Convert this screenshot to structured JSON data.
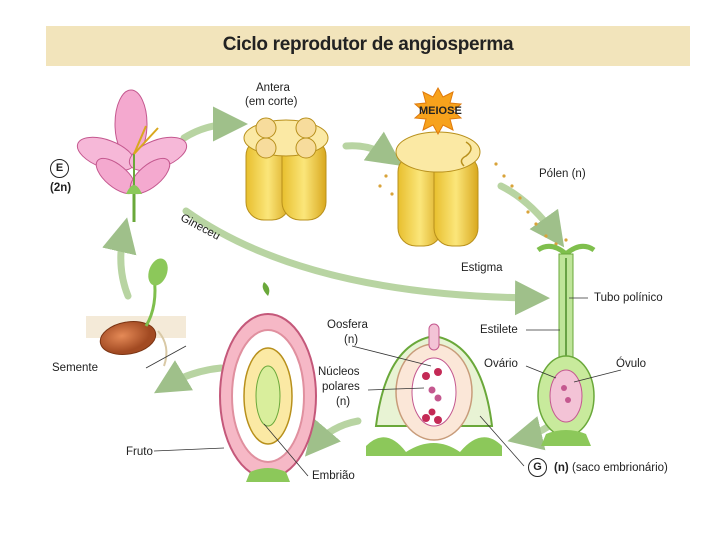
{
  "title": "Ciclo reprodutor de angiosperma",
  "labels": {
    "antera": "Antera",
    "antera_sub": "(em corte)",
    "meiose": "MEIOSE",
    "polen": "Pólen (n)",
    "gineceu": "Gineceu",
    "estigma": "Estigma",
    "tubo_polinico": "Tubo polínico",
    "estilete": "Estilete",
    "ovario": "Ovário",
    "ovulo": "Óvulo",
    "oosfera": "Oosfera",
    "oosfera_n": "(n)",
    "nucleos": "Núcleos",
    "polares": "polares",
    "polares_n": "(n)",
    "semente": "Semente",
    "fruto": "Fruto",
    "embriao": "Embrião",
    "e_letter": "E",
    "e_ploidy": "(2n)",
    "g_letter": "G",
    "g_n": "(n)",
    "g_desc": "(saco embrionário)"
  },
  "colors": {
    "title_bg": "#f2e4bb",
    "arrow": "#9fc08a",
    "petal": "#f4a9cf",
    "anther": "#f1d36a",
    "stem": "#7fbf4d",
    "seed": "#c8683a"
  }
}
